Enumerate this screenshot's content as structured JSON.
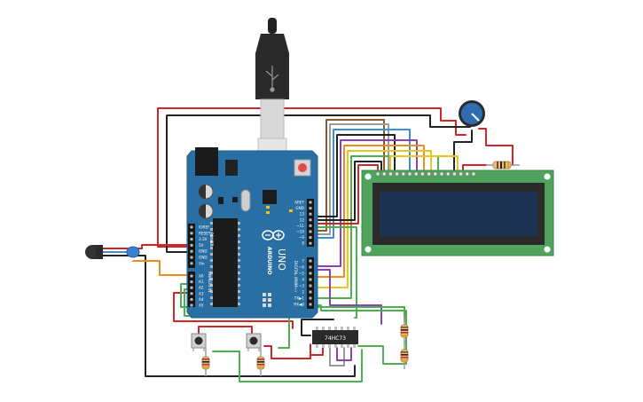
{
  "board": {
    "brand": "ARDUINO",
    "model": "UNO",
    "header_power": "POWER",
    "header_analog": "ANALOG IN",
    "header_digital": "DIGITAL (PWM~)",
    "power_pins": [
      "IOREF",
      "RESET",
      "3.3V",
      "5V",
      "GND",
      "GND",
      "Vin"
    ],
    "analog_pins": [
      "A0",
      "A1",
      "A2",
      "A3",
      "A4",
      "A5"
    ],
    "digital_top_pins": [
      "AREF",
      "GND",
      "13",
      "12",
      "~11",
      "~10",
      "~9",
      "8"
    ],
    "digital_bottom_pins": [
      "7",
      "~6",
      "~5",
      "4",
      "~3",
      "2",
      "TX▶1",
      "RX◀0"
    ]
  },
  "chip": {
    "label": "74HC73"
  },
  "lcd": {
    "pin_count": 16
  },
  "colors": {
    "board": "#2a6fa3",
    "lcd_pcb": "#4fa35d",
    "lcd_screen": "#1e3354",
    "red_wire": "#d0262a",
    "black_wire": "#222222",
    "green_wire": "#4caf50",
    "orange_wire": "#f08c1e",
    "yellow_wire": "#e8c61a",
    "purple_wire": "#8a43b6",
    "brown_wire": "#8b5a2b",
    "gray_wire": "#9a9a9a",
    "blue_wire": "#3a8fd6"
  }
}
